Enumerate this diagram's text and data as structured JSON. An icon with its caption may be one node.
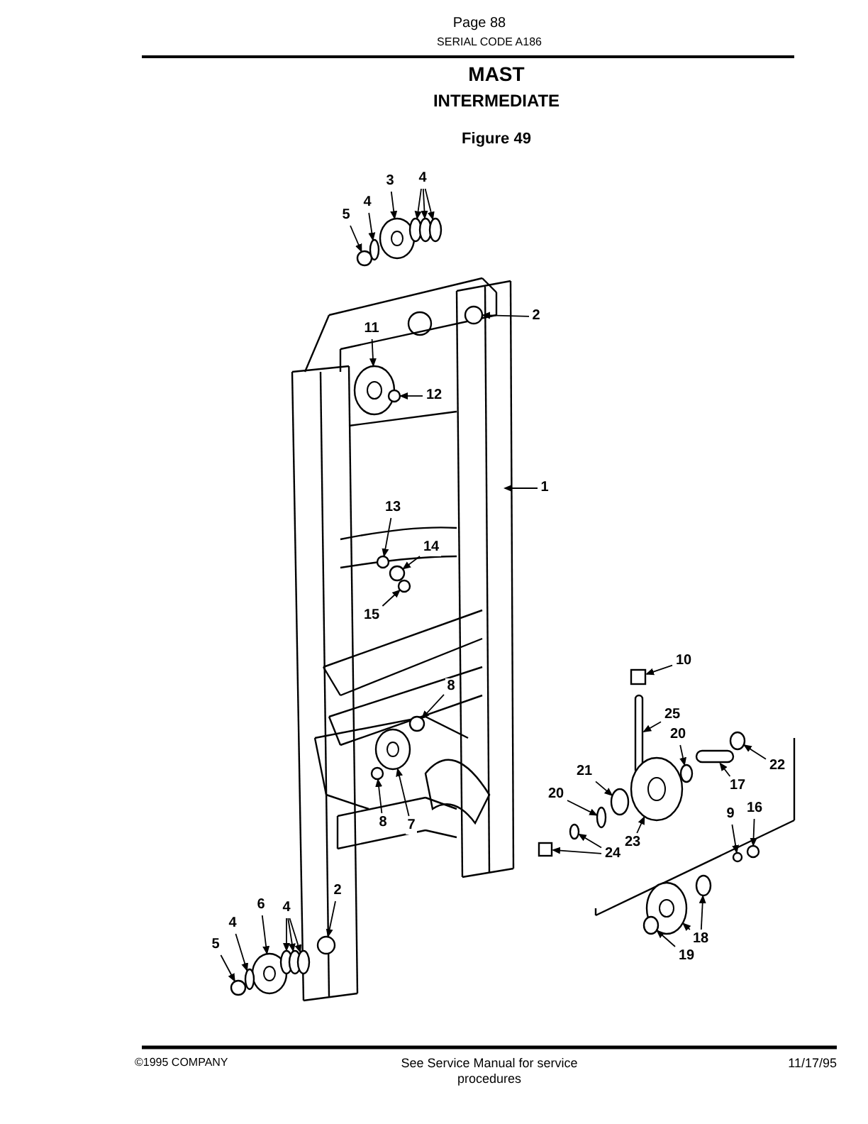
{
  "diagram": {
    "title": "MAST",
    "nodes": [
      {
        "text": [
          "3"
        ]
      },
      {
        "text": [
          "4"
        ]
      },
      {
        "text": [
          "5"
        ]
      },
      {
        "text": [
          "4"
        ]
      },
      {
        "text": [
          "2"
        ]
      },
      {
        "text": [
          "11"
        ]
      },
      {
        "text": [
          "12"
        ]
      },
      {
        "text": [
          "1"
        ]
      },
      {
        "text": [
          "13"
        ]
      },
      {
        "text": [
          "14"
        ]
      },
      {
        "text": [
          "15"
        ]
      },
      {
        "text": [
          "8"
        ]
      },
      {
        "text": [
          "10"
        ]
      },
      {
        "text": [
          "25"
        ]
      },
      {
        "text": [
          "20"
        ]
      },
      {
        "text": [
          "22"
        ]
      },
      {
        "text": [
          "17"
        ]
      },
      {
        "text": [
          "21"
        ]
      },
      {
        "text": [
          "20"
        ]
      },
      {
        "text": [
          "23"
        ]
      },
      {
        "text": [
          "24"
        ]
      },
      {
        "text": [
          "9"
        ]
      },
      {
        "text": [
          "16"
        ]
      },
      {
        "text": [
          "8"
        ]
      },
      {
        "text": [
          "7"
        ]
      },
      {
        "text": [
          "18"
        ]
      },
      {
        "text": [
          "19"
        ]
      },
      {
        "text": [
          "6"
        ]
      },
      {
        "text": [
          "4"
        ]
      },
      {
        "text": [
          "2"
        ]
      },
      {
        "text": [
          "5"
        ]
      },
      {
        "text": [
          "4"
        ]
      },
      {
        "text": [],
        "shape": "circle"
      },
      {
        "text": [],
        "shape": "circle"
      },
      {
        "text": [],
        "shape": "circle"
      },
      {
        "text": [],
        "shape": "circle"
      },
      {
        "text": [],
        "shape": "circle"
      },
      {
        "text": [],
        "shape": "circle"
      },
      {
        "text": [],
        "shape": "circle"
      },
      {
        "text": [],
        "shape": "circle"
      },
      {
        "text": [],
        "shape": "circle"
      },
      {
        "text": [],
        "shape": "circle"
      },
      {
        "text": [],
        "shape": "circle"
      },
      {
        "text": [],
        "shape": "circle"
      },
      {
        "text": [],
        "shape": "circle"
      },
      {
        "text": [],
        "shape": "box"
      },
      {
        "text": [],
        "shape": "bar"
      },
      {
        "text": [],
        "shape": "circle"
      },
      {
        "text": [],
        "shape": "circle"
      },
      {
        "text": [],
        "shape": "bar"
      },
      {
        "text": [],
        "shape": "circle"
      },
      {
        "text": [],
        "shape": "circle"
      },
      {
        "text": [],
        "shape": "circle"
      },
      {
        "text": [],
        "shape": "circle"
      },
      {
        "text": [],
        "shape": "box"
      },
      {
        "text": [],
        "shape": "circle"
      },
      {
        "text": [],
        "shape": "circle"
      },
      {
        "text": [],
        "shape": "circle"
      },
      {
        "text": [],
        "shape": "circle"
      },
      {
        "text": [],
        "shape": "circle"
      },
      {
        "text": [],
        "shape": "circle"
      },
      {
        "text": [],
        "shape": "circle"
      },
      {
        "text": [],
        "shape": "circle"
      },
      {
        "text": [],
        "shape": "circle"
      },
      {
        "text": [],
        "shape": "circle"
      },
      {
        "text": [],
        "shape": "circle"
      },
      {
        "text": [],
        "shape": "circle"
      },
      {
        "text": [],
        "shape": "circle"
      },
      {
        "text": [],
        "shape": "circle"
      }
    ],
    "edges": [
      {
        "from": 0,
        "to": 32,
        "arrow": "to"
      },
      {
        "from": 1,
        "to": 33,
        "arrow": "to"
      },
      {
        "from": 1,
        "to": 34,
        "arrow": "to"
      },
      {
        "from": 1,
        "to": 35,
        "arrow": "to"
      },
      {
        "from": 2,
        "to": 36,
        "arrow": "to"
      },
      {
        "from": 3,
        "to": 37,
        "arrow": "to"
      },
      {
        "from": 4,
        "to": 38,
        "arrow": "to"
      },
      {
        "from": 5,
        "to": 39,
        "arrow": "to"
      },
      {
        "from": 6,
        "to": 40,
        "arrow": "to"
      },
      {
        "from": 7,
        "to": null,
        "arrow": "to"
      },
      {
        "from": 8,
        "to": 41,
        "arrow": "to"
      },
      {
        "from": 9,
        "to": 42,
        "arrow": "to"
      },
      {
        "from": 10,
        "to": 43,
        "arrow": "to"
      },
      {
        "from": 11,
        "to": 44,
        "arrow": "to"
      },
      {
        "from": 12,
        "to": 45,
        "arrow": "to"
      },
      {
        "from": 13,
        "to": 46,
        "arrow": "to"
      },
      {
        "from": 14,
        "to": 47,
        "arrow": "to"
      },
      {
        "from": 15,
        "to": 48,
        "arrow": "to"
      },
      {
        "from": 16,
        "to": 49,
        "arrow": "to"
      },
      {
        "from": 17,
        "to": 50,
        "arrow": "to"
      },
      {
        "from": 18,
        "to": 51,
        "arrow": "to"
      },
      {
        "from": 19,
        "to": 52,
        "arrow": "to"
      },
      {
        "from": 20,
        "to": 53,
        "arrow": "to"
      },
      {
        "from": 20,
        "to": 54,
        "arrow": "to"
      },
      {
        "from": 21,
        "to": 55,
        "arrow": "to"
      },
      {
        "from": 22,
        "to": 56,
        "arrow": "to"
      },
      {
        "from": 23,
        "to": 57,
        "arrow": "to"
      },
      {
        "from": 24,
        "to": 58,
        "arrow": "to"
      },
      {
        "from": 25,
        "to": 59,
        "arrow": "to"
      },
      {
        "from": 25,
        "to": 60,
        "arrow": "to"
      },
      {
        "from": 26,
        "to": 61,
        "arrow": "to"
      },
      {
        "from": 27,
        "to": 62,
        "arrow": "to"
      },
      {
        "from": 28,
        "to": 63,
        "arrow": "to"
      },
      {
        "from": 28,
        "to": 64,
        "arrow": "to"
      },
      {
        "from": 28,
        "to": 65,
        "arrow": "to"
      },
      {
        "from": 29,
        "to": 66,
        "arrow": "to"
      },
      {
        "from": 30,
        "to": 67,
        "arrow": "to"
      },
      {
        "from": 31,
        "to": 68,
        "arrow": "to"
      }
    ],
    "labels": [
      "Page 88",
      "SERIAL CODE A186",
      "INTERMEDIATE",
      "Figure 49",
      "©1995 COMPANY",
      "See Service Manual for service procedures",
      "11/17/95"
    ]
  }
}
